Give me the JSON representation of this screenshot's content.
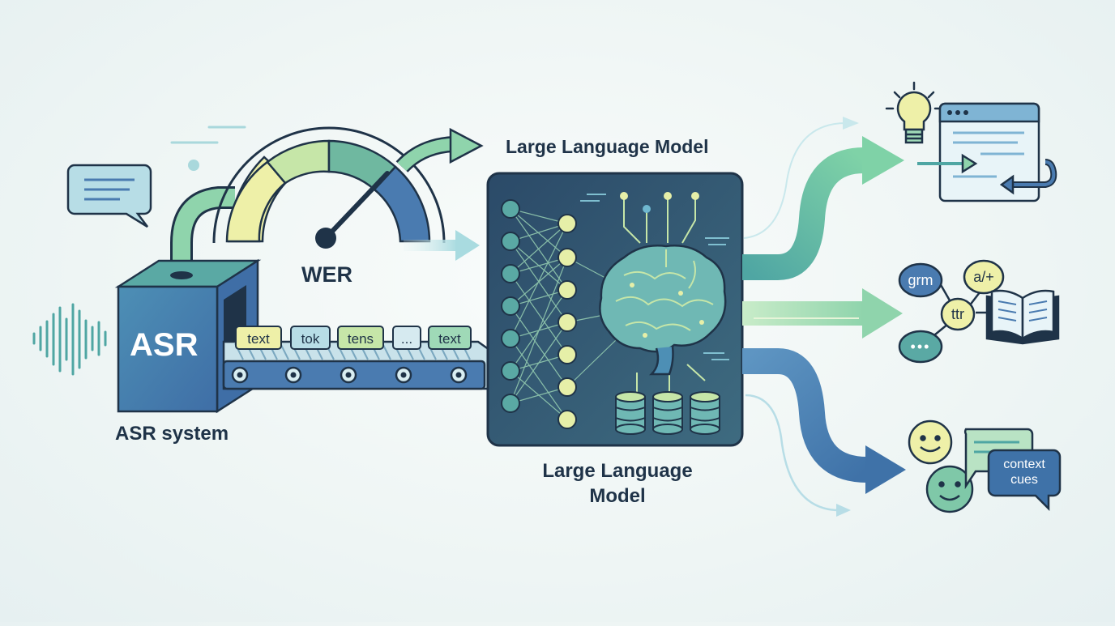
{
  "labels": {
    "llm_top": "Large Language Model",
    "llm_bottom": "Large Language Model",
    "wer": "WER",
    "asr_box": "ASR",
    "asr_system": "ASR system"
  },
  "tokens": [
    "text",
    "tok",
    "tens",
    "...",
    "text"
  ],
  "language_nodes": {
    "grammar": "grm",
    "alternatives": "a/+",
    "type_token": "ttr",
    "more": "•••"
  },
  "context_bubble": "context cues",
  "colors": {
    "navy": "#1f3348",
    "blue": "#4a7bb0",
    "teal": "#5aa9a4",
    "green": "#8fd4ac",
    "yellow": "#eef0a8",
    "panel": "#2f5170"
  },
  "icons": [
    "sound-wave-icon",
    "speech-bubble-icon",
    "lightbulb-icon",
    "browser-window-icon",
    "open-book-icon",
    "smiley-face-icon",
    "brain-icon",
    "database-icon"
  ]
}
